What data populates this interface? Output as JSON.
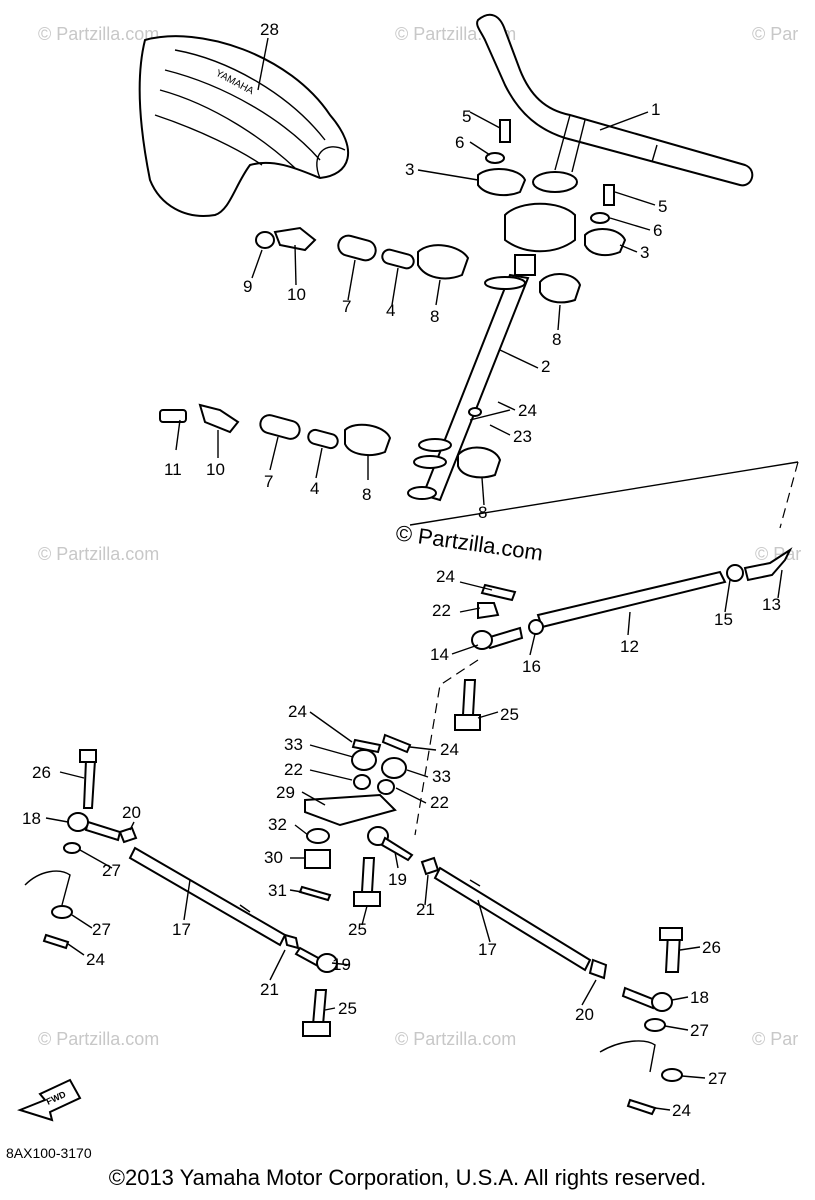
{
  "watermarks": {
    "brand": "© Partzilla.com",
    "brand_partial": "© Par",
    "center": "© Partzilla.com"
  },
  "callouts": {
    "c1": "1",
    "c2": "2",
    "c3a": "3",
    "c3b": "3",
    "c4a": "4",
    "c4b": "4",
    "c5a": "5",
    "c5b": "5",
    "c6a": "6",
    "c6b": "6",
    "c7a": "7",
    "c7b": "7",
    "c8a": "8",
    "c8b": "8",
    "c8c": "8",
    "c8d": "8",
    "c9": "9",
    "c10a": "10",
    "c10b": "10",
    "c11": "11",
    "c12": "12",
    "c13": "13",
    "c14": "14",
    "c15": "15",
    "c16": "16",
    "c17a": "17",
    "c17b": "17",
    "c18a": "18",
    "c18b": "18",
    "c19a": "19",
    "c19b": "19",
    "c20a": "20",
    "c20b": "20",
    "c21a": "21",
    "c21b": "21",
    "c22a": "22",
    "c22b": "22",
    "c22c": "22",
    "c23": "23",
    "c24a": "24",
    "c24b": "24",
    "c24c": "24",
    "c24d": "24",
    "c24e": "24",
    "c24f": "24",
    "c25a": "25",
    "c25b": "25",
    "c25c": "25",
    "c26a": "26",
    "c26b": "26",
    "c27a": "27",
    "c27b": "27",
    "c27c": "27",
    "c27d": "27",
    "c28": "28",
    "c29": "29",
    "c30": "30",
    "c31": "31",
    "c32": "32",
    "c33a": "33",
    "c33b": "33"
  },
  "seat_logo": "YAMAHA",
  "fwd_label": "FWD",
  "footer": {
    "part_code": "8AX100-3170",
    "copyright": "©2013 Yamaha Motor Corporation, U.S.A. All rights reserved."
  }
}
